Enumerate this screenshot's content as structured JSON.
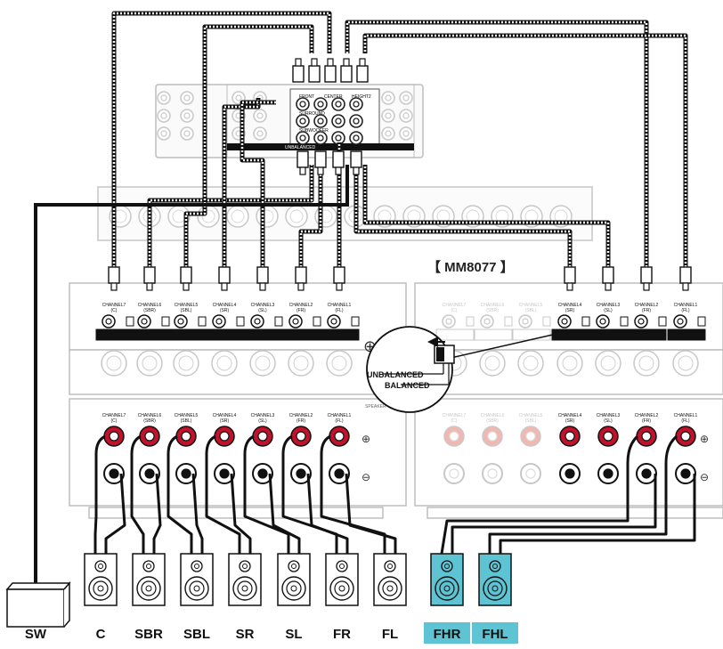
{
  "model_label": "【 MM8077 】",
  "switch_callout": {
    "unbalanced": "UNBALANCED",
    "balanced": "BALANCED"
  },
  "preamp": {
    "front": "FRONT",
    "center": "CENTER",
    "height": "HEIGHT2",
    "surround": "SURROUND",
    "subwoofer": "SUBWOOFER",
    "unbalanced": "UNBALANCED"
  },
  "amp_left_channels": [
    {
      "name": "CHANNEL7",
      "sub": "(C)"
    },
    {
      "name": "CHANNEL6",
      "sub": "(SBR)"
    },
    {
      "name": "CHANNEL5",
      "sub": "(SBL)"
    },
    {
      "name": "CHANNEL4",
      "sub": "(SR)"
    },
    {
      "name": "CHANNEL3",
      "sub": "(SL)"
    },
    {
      "name": "CHANNEL2",
      "sub": "(FR)"
    },
    {
      "name": "CHANNEL1",
      "sub": "(FL)"
    }
  ],
  "amp_right_channels": [
    {
      "name": "CHANNEL7",
      "sub": "(C)"
    },
    {
      "name": "CHANNEL6",
      "sub": "(SBR)"
    },
    {
      "name": "CHANNEL5",
      "sub": "(SBL)"
    },
    {
      "name": "CHANNEL4",
      "sub": "(SR)"
    },
    {
      "name": "CHANNEL3",
      "sub": "(SL)"
    },
    {
      "name": "CHANNEL2",
      "sub": "(FR)"
    },
    {
      "name": "CHANNEL1",
      "sub": "(FL)"
    }
  ],
  "speakers": [
    {
      "label": "SW",
      "highlight": false
    },
    {
      "label": "C",
      "highlight": false
    },
    {
      "label": "SBR",
      "highlight": false
    },
    {
      "label": "SBL",
      "highlight": false
    },
    {
      "label": "SR",
      "highlight": false
    },
    {
      "label": "SL",
      "highlight": false
    },
    {
      "label": "FR",
      "highlight": false
    },
    {
      "label": "FL",
      "highlight": false
    },
    {
      "label": "FHR",
      "highlight": true
    },
    {
      "label": "FHL",
      "highlight": true
    }
  ],
  "colors": {
    "highlight": "#5ec3d3",
    "cable": "#1a1a1a",
    "panel_edge": "#bdbdbd",
    "terminal_red": "#c0122b"
  }
}
